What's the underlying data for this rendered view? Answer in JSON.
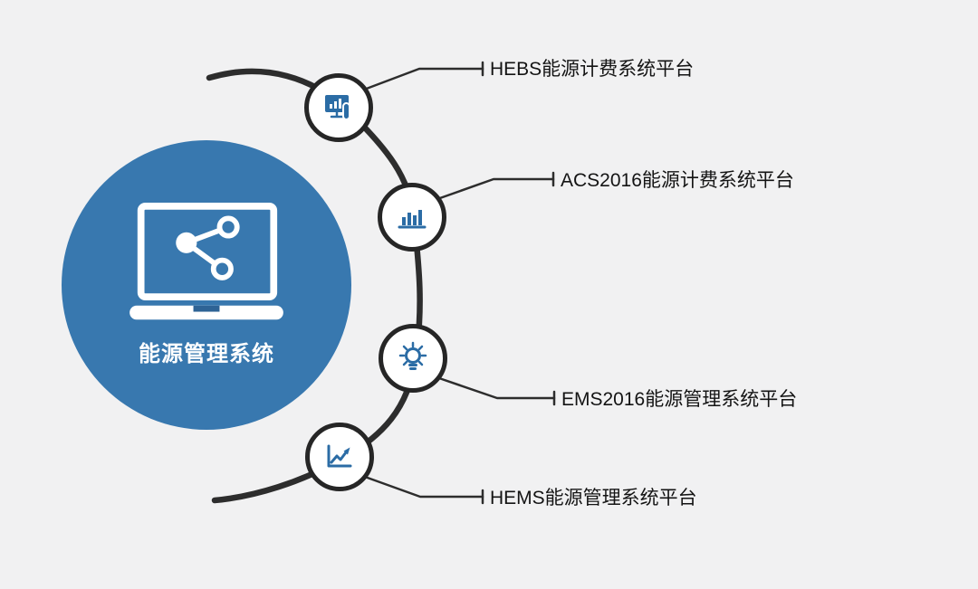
{
  "diagram": {
    "center_label": "能源管理系统",
    "colors": {
      "background": "#f1f1f2",
      "accent_blue": "#3878af",
      "icon_blue": "#2b6ca5",
      "line_dark": "#2d2d2d",
      "notch_blue": "#2e6395"
    },
    "center_icon": "laptop-share-icon",
    "nodes": [
      {
        "icon": "touch-screen-chart-icon",
        "label": "HEBS能源计费系统平台"
      },
      {
        "icon": "bar-chart-icon",
        "label": "ACS2016能源计费系统平台"
      },
      {
        "icon": "lightbulb-icon",
        "label": "EMS2016能源管理系统平台"
      },
      {
        "icon": "trend-chart-icon",
        "label": "HEMS能源管理系统平台"
      }
    ]
  }
}
